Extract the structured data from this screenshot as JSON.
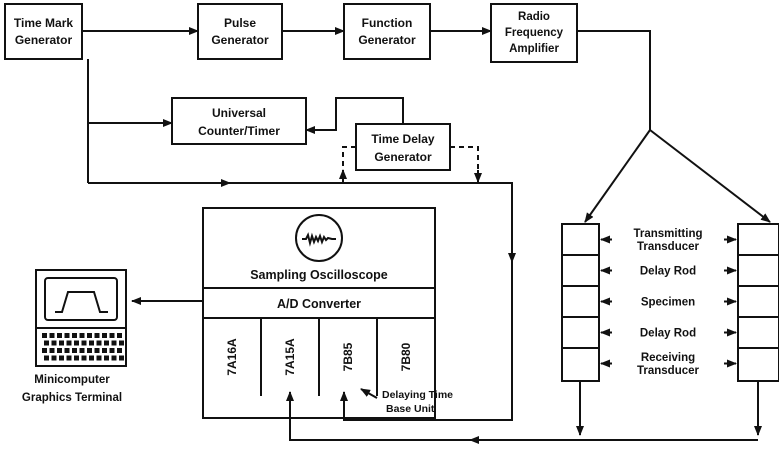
{
  "blocks": {
    "time_mark": [
      "Time Mark",
      "Generator"
    ],
    "pulse": [
      "Pulse",
      "Generator"
    ],
    "function": [
      "Function",
      "Generator"
    ],
    "rf_amp": [
      "Radio",
      "Frequency",
      "Amplifier"
    ],
    "counter": [
      "Universal",
      "Counter/Timer"
    ],
    "time_delay": [
      "Time Delay",
      "Generator"
    ],
    "oscilloscope": "Sampling Oscilloscope",
    "adc": "A/D Converter",
    "plugins": [
      "7A16A",
      "7A15A",
      "7B85",
      "7B80"
    ],
    "delaying_unit": [
      "Delaying Time",
      "Base Unit"
    ],
    "terminal": [
      "Minicomputer",
      "Graphics Terminal"
    ]
  },
  "stack": {
    "items": [
      "Transmitting Transducer",
      "Delay Rod",
      "Specimen",
      "Delay Rod",
      "Receiving Transducer"
    ],
    "lines": [
      [
        "Transmitting",
        "Transducer"
      ],
      [
        "Delay Rod"
      ],
      [
        "Specimen"
      ],
      [
        "Delay Rod"
      ],
      [
        "Receiving",
        "Transducer"
      ]
    ]
  }
}
